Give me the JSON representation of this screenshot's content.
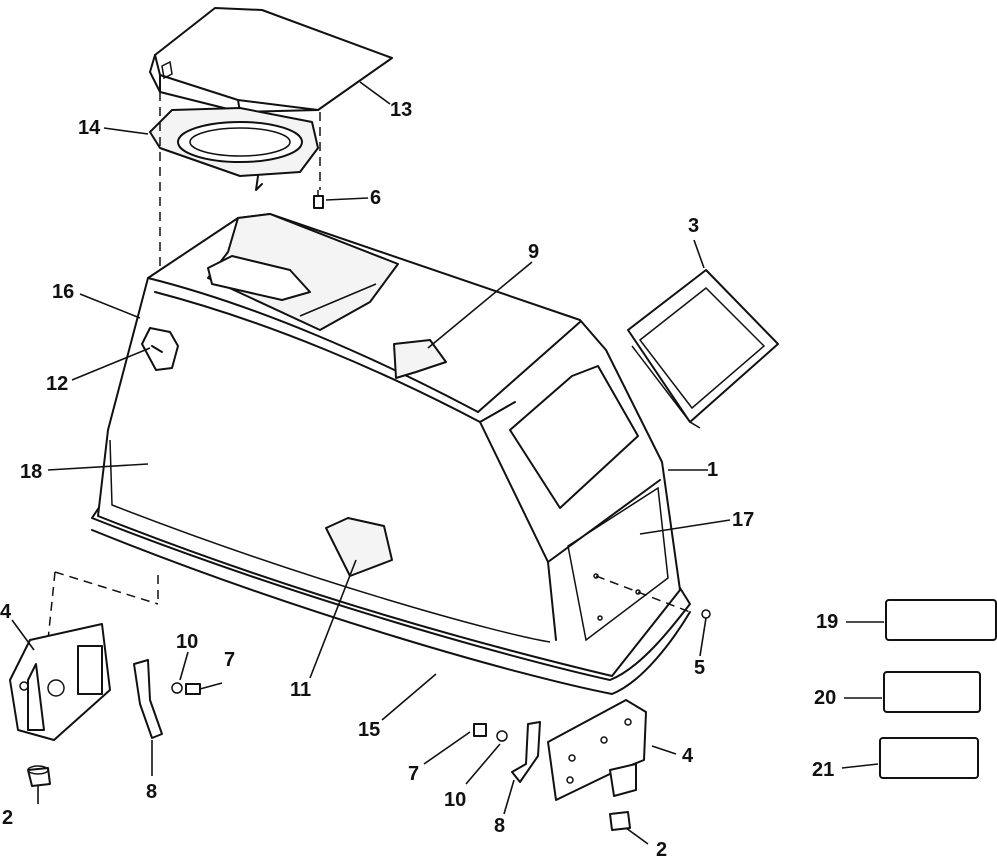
{
  "callouts": {
    "c1": "1",
    "c2a": "2",
    "c2b": "2",
    "c3": "3",
    "c4a": "4",
    "c4b": "4",
    "c5": "5",
    "c6": "6",
    "c7a": "7",
    "c7b": "7",
    "c8a": "8",
    "c8b": "8",
    "c9": "9",
    "c10a": "10",
    "c10b": "10",
    "c11": "11",
    "c12": "12",
    "c13": "13",
    "c14": "14",
    "c15": "15",
    "c16": "16",
    "c17": "17",
    "c18": "18",
    "c19": "19",
    "c20": "20",
    "c21": "21"
  }
}
